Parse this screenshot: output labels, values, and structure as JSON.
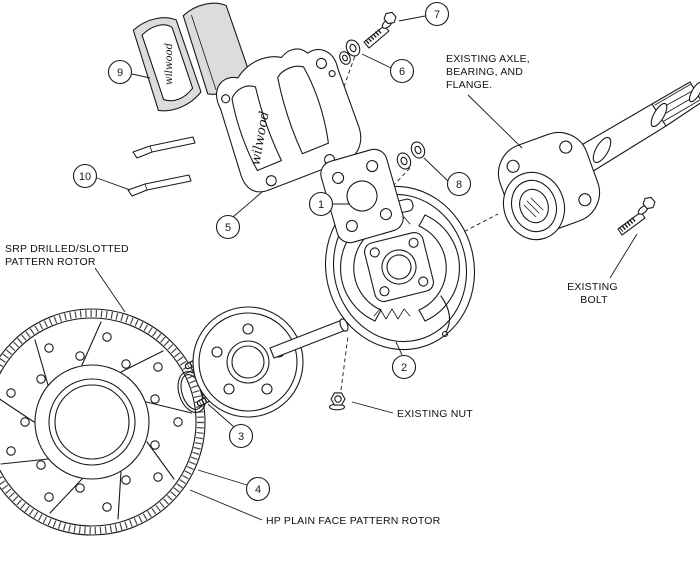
{
  "callouts": {
    "c1": "1",
    "c2": "2",
    "c3": "3",
    "c4": "4",
    "c5": "5",
    "c6": "6",
    "c7": "7",
    "c8": "8",
    "c9": "9",
    "c10": "10"
  },
  "labels": {
    "existing_axle": [
      "EXISTING AXLE,",
      "BEARING, AND",
      "FLANGE."
    ],
    "srp_rotor": [
      "SRP DRILLED/SLOTTED",
      "PATTERN ROTOR"
    ],
    "existing_bolt": [
      "EXISTING",
      "BOLT"
    ],
    "existing_nut": [
      "EXISTING NUT"
    ],
    "hp_rotor": [
      "HP PLAIN FACE PATTERN ROTOR"
    ]
  },
  "brand": {
    "caliper_script": "wilwood",
    "pad_script": "wilwood"
  },
  "colors": {
    "ink": "#1a1a1a",
    "paper": "#ffffff",
    "shade": "#dcdcdc"
  }
}
